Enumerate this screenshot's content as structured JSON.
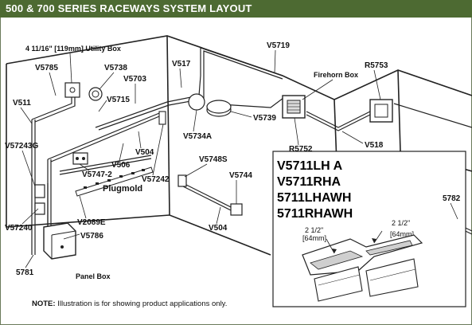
{
  "title": "500 & 700 SERIES RACEWAYS SYSTEM LAYOUT",
  "labels": {
    "utility_box": "4 11/16\" [119mm] Utility Box",
    "v5785": "V5785",
    "v5738": "V5738",
    "v5703": "V5703",
    "v517": "V517",
    "v5719": "V5719",
    "firehorn_box": "Firehorn Box",
    "r5753": "R5753",
    "v511": "V511",
    "v5715": "V5715",
    "v5734a": "V5734A",
    "v5739": "V5739",
    "v57243g": "V57243G",
    "v504_a": "V504",
    "v506": "V506",
    "v5747_2": "V5747-2",
    "v57242": "V57242",
    "v5748s": "V5748S",
    "v5744": "V5744",
    "r5752": "R5752",
    "v518": "V518",
    "plugmold": "Plugmold",
    "v2089e": "V2089E",
    "v57240": "V57240",
    "v5786": "V5786",
    "v504_b": "V504",
    "n5781": "5781",
    "panel_box": "Panel Box",
    "n5782": "5782"
  },
  "inset": {
    "parts": [
      "V5711LH A",
      "V5711RHA",
      "5711LHAWH",
      "5711RHAWH"
    ],
    "dim_left_in": "2 1/2\"",
    "dim_left_mm": "[64mm]",
    "dim_right_in": "2 1/2\"",
    "dim_right_mm": "[64mm]"
  },
  "note": {
    "prefix": "NOTE:",
    "text": " Illustration is for showing product applications only."
  },
  "colors": {
    "title_bar": "#4d6a32",
    "line": "#222222"
  }
}
